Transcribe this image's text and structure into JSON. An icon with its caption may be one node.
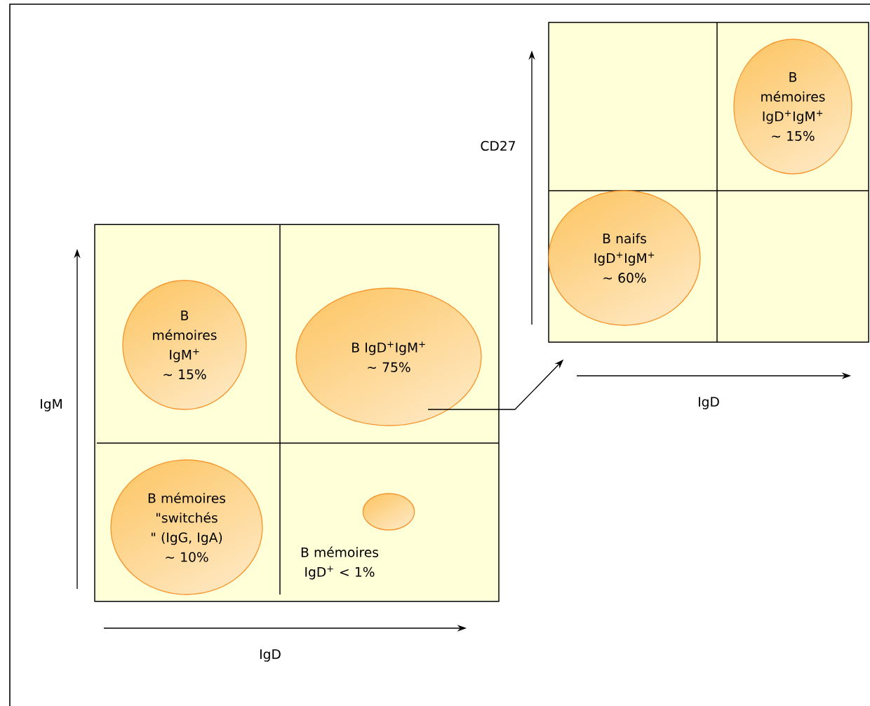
{
  "diagram": {
    "nodes": [
      {
        "text": [],
        "shape": "box"
      },
      {
        "text": [
          "B mémoires IgM$^{+}$ ~ 15%"
        ],
        "in": 0
      },
      {
        "text": [
          "B IgD$^{+}$IgM$^{+}$ ~ 75%"
        ],
        "in": 0
      },
      {
        "text": [
          "B mémoires \"switchés \" (IgG, IgA) ~ 10%"
        ],
        "in": 0
      },
      {
        "text": [],
        "shape": "circle",
        "in": 0,
        "beside": [
          "B mémoires IgD$^{+}$ < 1%"
        ]
      },
      {
        "text": [],
        "shape": "box"
      },
      {
        "text": [
          "B naifs IgD$^{+}$IgM$^{+}$ ~ 60%"
        ],
        "in": 5
      },
      {
        "text": [
          "B mémoires IgD$^{+}$IgM$^{+}$ ~ 15%"
        ],
        "in": 5
      }
    ],
    "edges": [
      {
        "from": 2,
        "to": 5,
        "arrow": "to"
      }
    ],
    "labels": [
      "CD27",
      "IgM",
      "IgD",
      "IgD"
    ]
  }
}
